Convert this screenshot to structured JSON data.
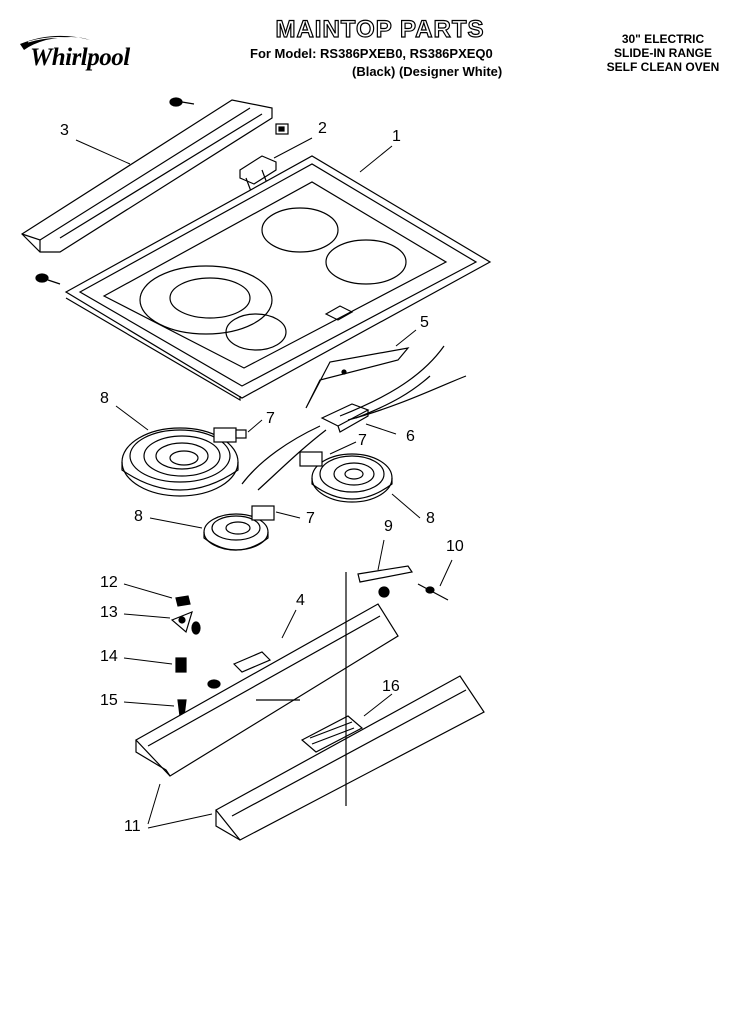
{
  "brand": {
    "logo_text": "Whirlpool"
  },
  "header": {
    "title": "MAINTOP PARTS",
    "model_line": "For Model: RS386PXEB0, RS386PXEQ0",
    "color_line": "(Black)  (Designer White)"
  },
  "description": {
    "line1": "30\" ELECTRIC",
    "line2": "SLIDE-IN RANGE",
    "line3": "SELF CLEAN OVEN"
  },
  "callouts": {
    "c1": "1",
    "c2": "2",
    "c3": "3",
    "c4": "4",
    "c5": "5",
    "c6": "6",
    "c7a": "7",
    "c7b": "7",
    "c7c": "7",
    "c8a": "8",
    "c8b": "8",
    "c8c": "8",
    "c9": "9",
    "c10": "10",
    "c11": "11",
    "c12": "12",
    "c13": "13",
    "c14": "14",
    "c15": "15",
    "c16": "16"
  }
}
